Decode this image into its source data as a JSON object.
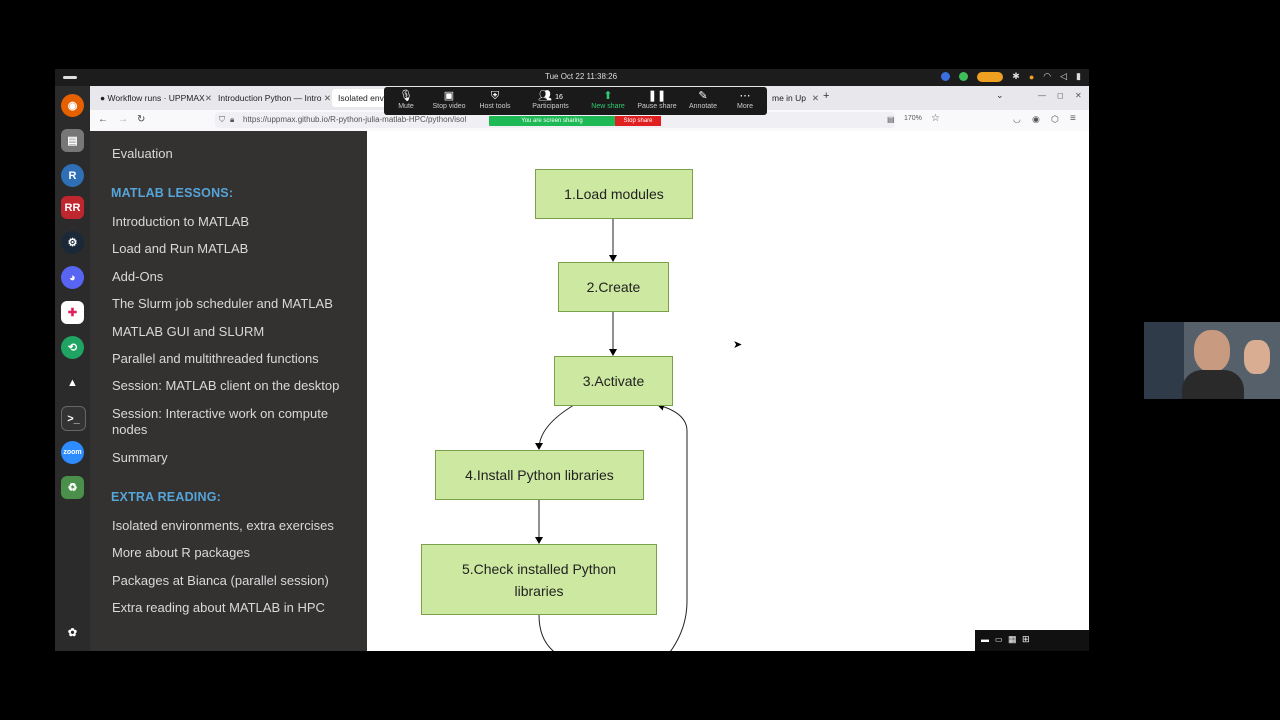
{
  "topbar": {
    "clock": "Tue Oct 22  11:38:26"
  },
  "tabs": [
    {
      "label": "Workflow runs · UPPMAX"
    },
    {
      "label": "Introduction Python — Intro"
    },
    {
      "label": "Isolated envi"
    },
    {
      "label": "me in Up"
    }
  ],
  "url": {
    "text": "https://uppmax.github.io/R-python-julia-matlab-HPC/python/isol",
    "zoom": "170%"
  },
  "zoom_toolbar": {
    "items": [
      {
        "label": "Mute"
      },
      {
        "label": "Stop video"
      },
      {
        "label": "Host tools"
      },
      {
        "label": "Participants",
        "count": "16"
      },
      {
        "label": "New share"
      },
      {
        "label": "Pause share"
      },
      {
        "label": "Annotate"
      },
      {
        "label": "More"
      }
    ],
    "sharing_text": "You are screen sharing",
    "stop_share": "Stop share"
  },
  "sidebar": {
    "top_item": "Evaluation",
    "matlab_caption": "MATLAB LESSONS:",
    "matlab_items": [
      "Introduction to MATLAB",
      "Load and Run MATLAB",
      "Add-Ons",
      "The Slurm job scheduler and MATLAB",
      "MATLAB GUI and SLURM",
      "Parallel and multithreaded functions",
      "Session: MATLAB client on the desktop",
      "Session: Interactive work on compute nodes",
      "Summary"
    ],
    "extra_caption": "EXTRA READING:",
    "extra_items": [
      "Isolated environments, extra exercises",
      "More about R packages",
      "Packages at Bianca (parallel session)",
      "Extra reading about MATLAB in HPC"
    ]
  },
  "diagram": {
    "steps": [
      "1.Load modules",
      "2.Create",
      "3.Activate",
      "4.Install Python libraries",
      "5.Check installed Python libraries"
    ]
  },
  "colors": {
    "box_fill": "#cde8a0",
    "sidebar_bg": "#343131",
    "caption": "#55a5d9"
  }
}
